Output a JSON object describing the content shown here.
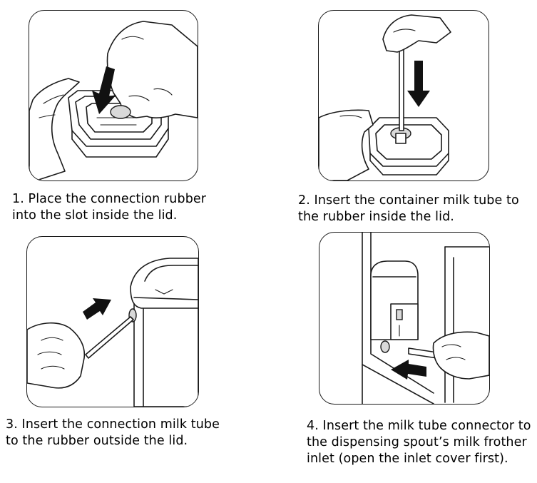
{
  "steps": [
    {
      "line1": "1. Place the connection rubber",
      "line2": "into the slot inside the lid.",
      "illustration": "hand placing rubber into lid"
    },
    {
      "line1": "2. Insert the container milk tube to",
      "line2": "the rubber inside the lid.",
      "illustration": "hand inserting tube into lid"
    },
    {
      "line1": "3. Insert the connection milk tube",
      "line2": "to the rubber outside the lid.",
      "illustration": "hand inserting tube into container side"
    },
    {
      "line1": "4. Insert the milk tube connector to",
      "line2": "the dispensing spout’s milk frother",
      "line3": "inlet (open the inlet cover first).",
      "illustration": "hand inserting connector into spout inlet"
    }
  ]
}
